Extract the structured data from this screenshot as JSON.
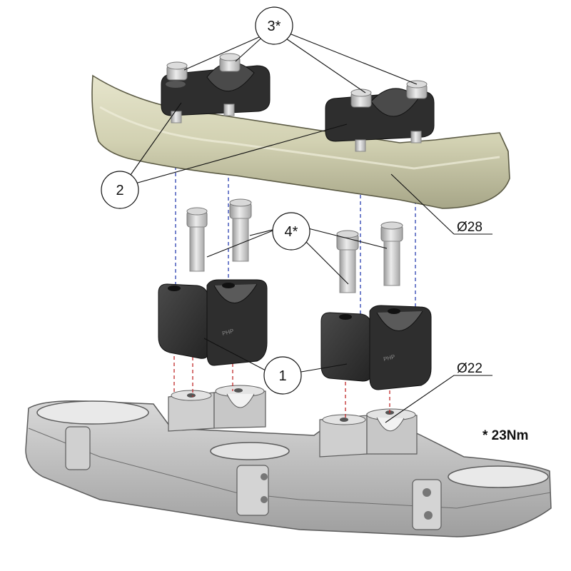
{
  "callouts": {
    "riser": "1",
    "clamp_cap": "2",
    "cap_bolts": "3*",
    "riser_bolts": "4*"
  },
  "dimensions": {
    "handlebar": "Ø28",
    "triple_clamp": "Ø22"
  },
  "note": {
    "torque": "* 23Nm"
  },
  "colors": {
    "handlebar": "#d2d1b2",
    "riser": "#3a3a3a",
    "bolt": "#c9c9c9",
    "triple_clamp": "#bdbdbd",
    "leader": "#111111",
    "blue_dash": "#2a3fb0",
    "red_dash": "#c0282a"
  }
}
